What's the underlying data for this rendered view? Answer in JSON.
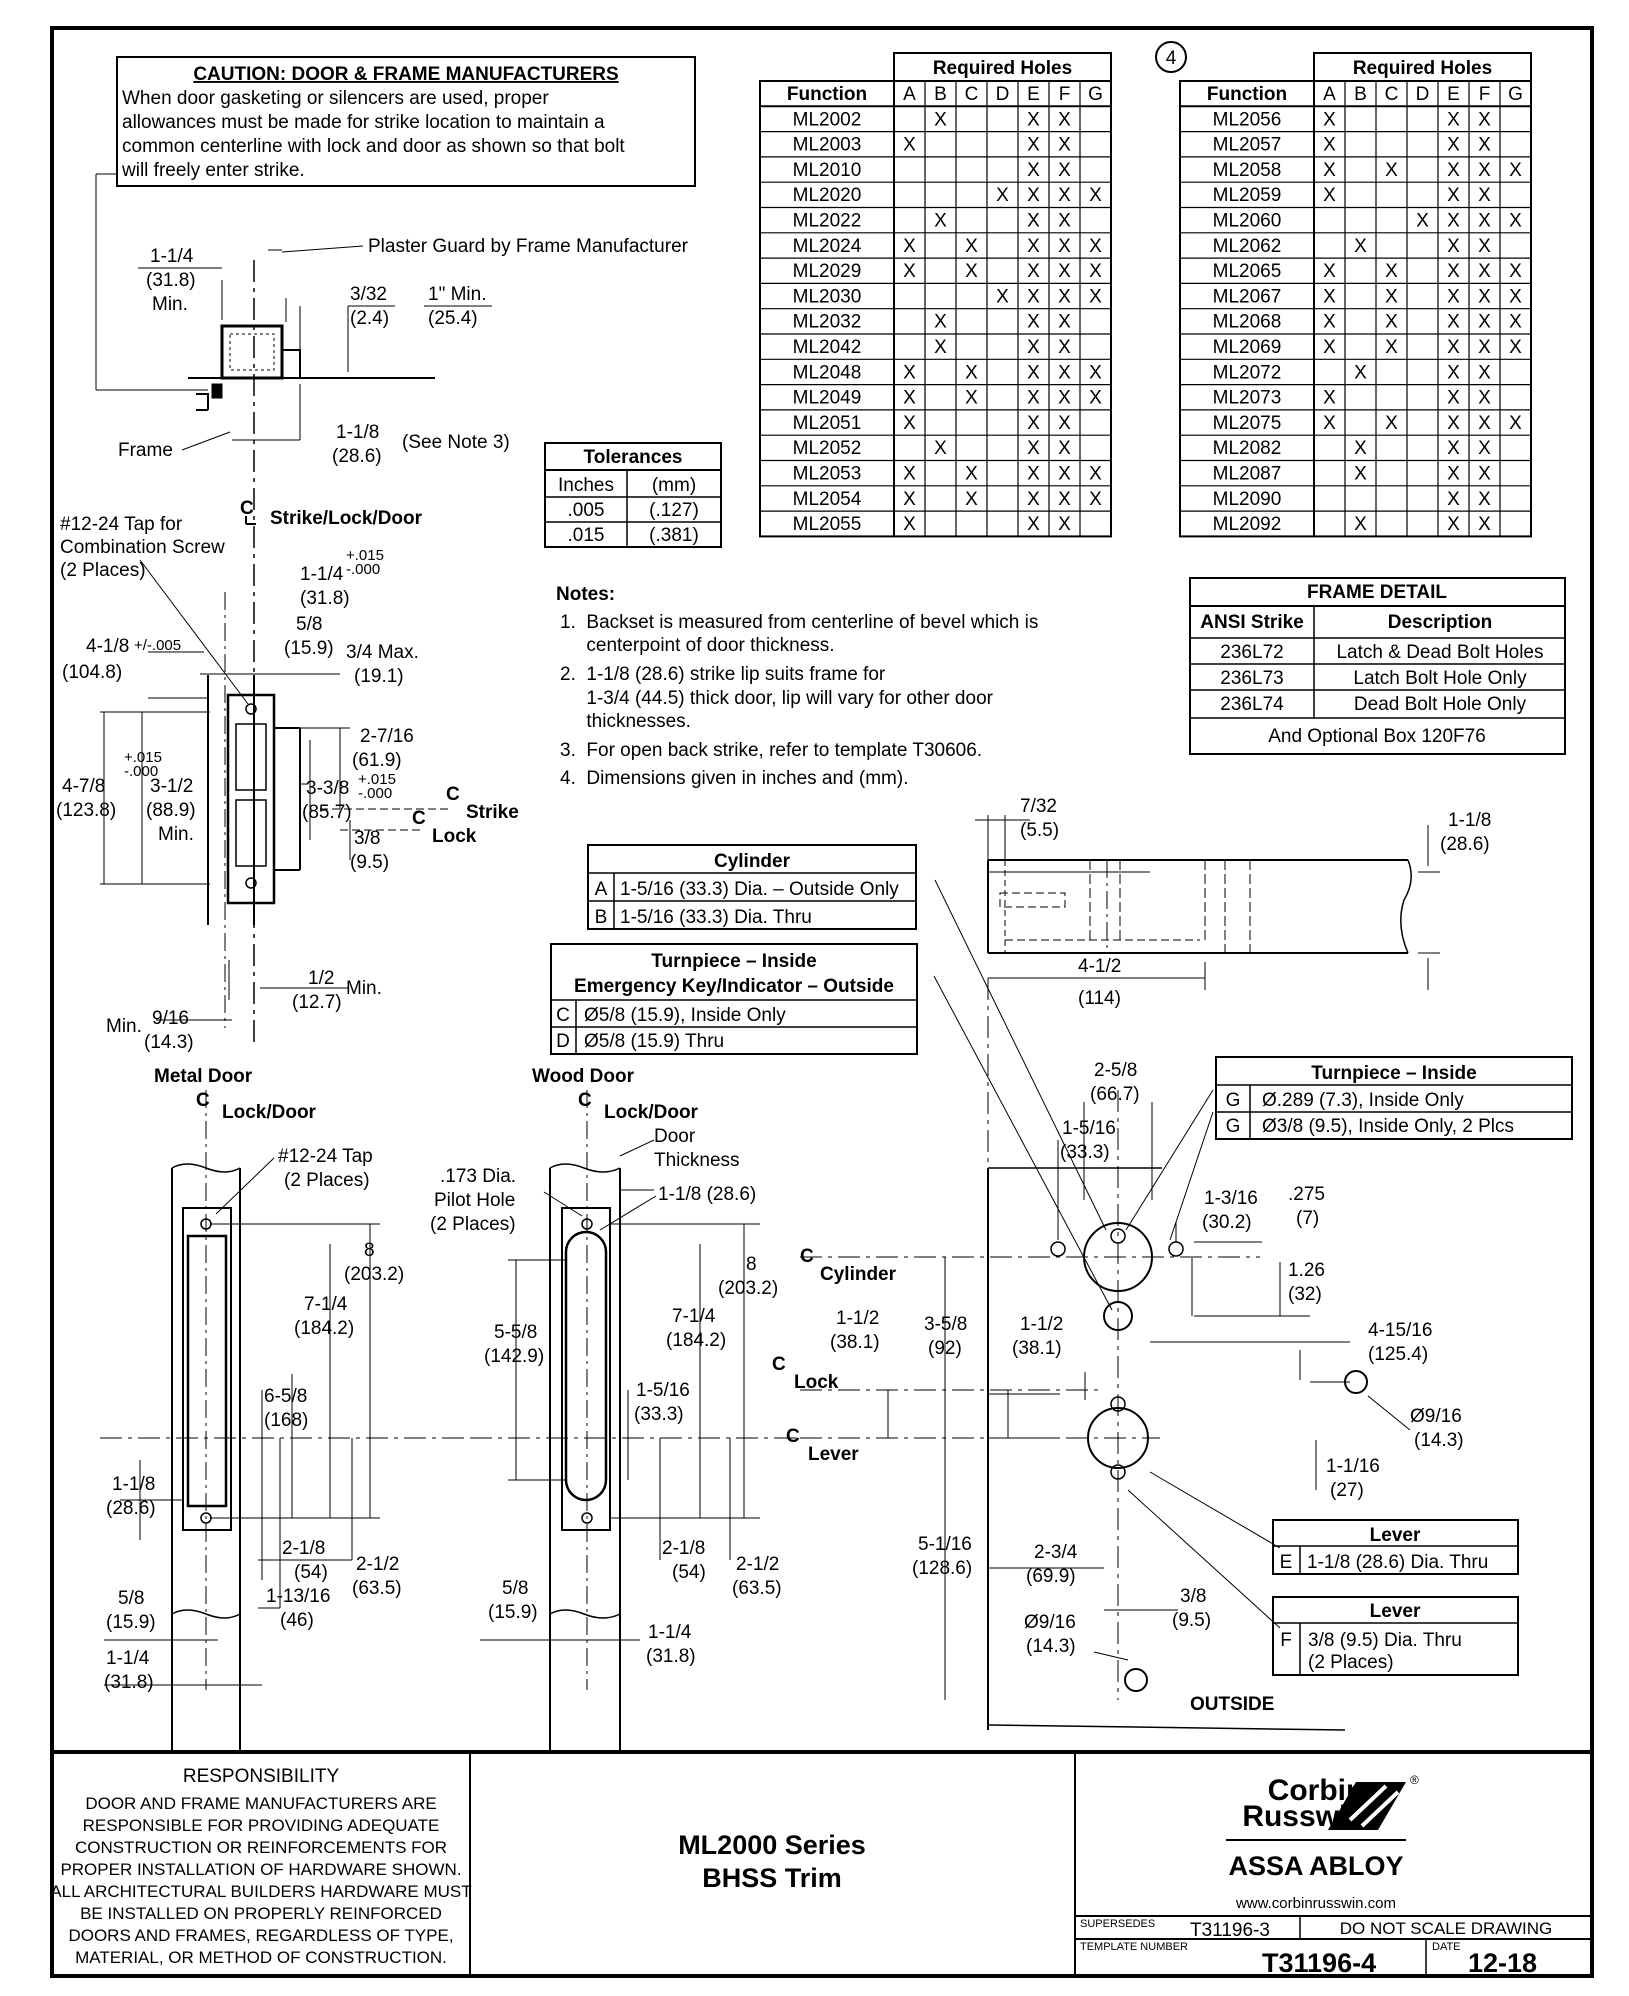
{
  "caution": {
    "title": "CAUTION: DOOR & FRAME MANUFACTURERS",
    "lines": [
      "When door gasketing or silencers are used, proper",
      "allowances must be made for strike location to maintain a",
      "common centerline with lock and door as shown so that bolt",
      "will freely enter strike."
    ]
  },
  "note_marker": "4",
  "holes_tables": [
    {
      "header": "Required Holes",
      "columns": [
        "Function",
        "A",
        "B",
        "C",
        "D",
        "E",
        "F",
        "G"
      ],
      "rows": [
        [
          "ML2002",
          "",
          "X",
          "",
          "",
          "X",
          "X",
          ""
        ],
        [
          "ML2003",
          "X",
          "",
          "",
          "",
          "X",
          "X",
          ""
        ],
        [
          "ML2010",
          "",
          "",
          "",
          "",
          "X",
          "X",
          ""
        ],
        [
          "ML2020",
          "",
          "",
          "",
          "X",
          "X",
          "X",
          "X"
        ],
        [
          "ML2022",
          "",
          "X",
          "",
          "",
          "X",
          "X",
          ""
        ],
        [
          "ML2024",
          "X",
          "",
          "X",
          "",
          "X",
          "X",
          "X"
        ],
        [
          "ML2029",
          "X",
          "",
          "X",
          "",
          "X",
          "X",
          "X"
        ],
        [
          "ML2030",
          "",
          "",
          "",
          "X",
          "X",
          "X",
          "X"
        ],
        [
          "ML2032",
          "",
          "X",
          "",
          "",
          "X",
          "X",
          ""
        ],
        [
          "ML2042",
          "",
          "X",
          "",
          "",
          "X",
          "X",
          ""
        ],
        [
          "ML2048",
          "X",
          "",
          "X",
          "",
          "X",
          "X",
          "X"
        ],
        [
          "ML2049",
          "X",
          "",
          "X",
          "",
          "X",
          "X",
          "X"
        ],
        [
          "ML2051",
          "X",
          "",
          "",
          "",
          "X",
          "X",
          ""
        ],
        [
          "ML2052",
          "",
          "X",
          "",
          "",
          "X",
          "X",
          ""
        ],
        [
          "ML2053",
          "X",
          "",
          "X",
          "",
          "X",
          "X",
          "X"
        ],
        [
          "ML2054",
          "X",
          "",
          "X",
          "",
          "X",
          "X",
          "X"
        ],
        [
          "ML2055",
          "X",
          "",
          "",
          "",
          "X",
          "X",
          ""
        ]
      ]
    },
    {
      "header": "Required Holes",
      "columns": [
        "Function",
        "A",
        "B",
        "C",
        "D",
        "E",
        "F",
        "G"
      ],
      "rows": [
        [
          "ML2056",
          "X",
          "",
          "",
          "",
          "X",
          "X",
          ""
        ],
        [
          "ML2057",
          "X",
          "",
          "",
          "",
          "X",
          "X",
          ""
        ],
        [
          "ML2058",
          "X",
          "",
          "X",
          "",
          "X",
          "X",
          "X"
        ],
        [
          "ML2059",
          "X",
          "",
          "",
          "",
          "X",
          "X",
          ""
        ],
        [
          "ML2060",
          "",
          "",
          "",
          "X",
          "X",
          "X",
          "X"
        ],
        [
          "ML2062",
          "",
          "X",
          "",
          "",
          "X",
          "X",
          ""
        ],
        [
          "ML2065",
          "X",
          "",
          "X",
          "",
          "X",
          "X",
          "X"
        ],
        [
          "ML2067",
          "X",
          "",
          "X",
          "",
          "X",
          "X",
          "X"
        ],
        [
          "ML2068",
          "X",
          "",
          "X",
          "",
          "X",
          "X",
          "X"
        ],
        [
          "ML2069",
          "X",
          "",
          "X",
          "",
          "X",
          "X",
          "X"
        ],
        [
          "ML2072",
          "",
          "X",
          "",
          "",
          "X",
          "X",
          ""
        ],
        [
          "ML2073",
          "X",
          "",
          "",
          "",
          "X",
          "X",
          ""
        ],
        [
          "ML2075",
          "X",
          "",
          "X",
          "",
          "X",
          "X",
          "X"
        ],
        [
          "ML2082",
          "",
          "X",
          "",
          "",
          "X",
          "X",
          ""
        ],
        [
          "ML2087",
          "",
          "X",
          "",
          "",
          "X",
          "X",
          ""
        ],
        [
          "ML2090",
          "",
          "",
          "",
          "",
          "X",
          "X",
          ""
        ],
        [
          "ML2092",
          "",
          "X",
          "",
          "",
          "X",
          "X",
          ""
        ]
      ]
    }
  ],
  "tolerances": {
    "title": "Tolerances",
    "head": [
      "Inches",
      "(mm)"
    ],
    "rows": [
      [
        ".005",
        "(.127)"
      ],
      [
        ".015",
        "(.381)"
      ]
    ]
  },
  "frame_detail": {
    "title": "FRAME DETAIL",
    "head": [
      "ANSI Strike",
      "Description"
    ],
    "rows": [
      [
        "236L72",
        "Latch & Dead Bolt Holes"
      ],
      [
        "236L73",
        "Latch Bolt Hole Only"
      ],
      [
        "236L74",
        "Dead Bolt Hole Only"
      ]
    ],
    "footer": "And Optional Box 120F76"
  },
  "notes": {
    "title": "Notes:",
    "lines": [
      "1.  Backset is measured from centerline of bevel which is",
      "     centerpoint of door thickness.",
      "2.  1-1/8 (28.6) strike lip suits frame for",
      "     1-3/4 (44.5) thick door, lip will vary for other door",
      "     thicknesses.",
      "3.  For open back strike, refer to template T30606.",
      "4.  Dimensions given in inches and (mm)."
    ]
  },
  "cylinder_table": {
    "title": "Cylinder",
    "rows": [
      [
        "A",
        "1-5/16 (33.3) Dia. – Outside Only"
      ],
      [
        "B",
        "1-5/16 (33.3) Dia. Thru"
      ]
    ]
  },
  "turnpiece_emergency_table": {
    "title1": "Turnpiece – Inside",
    "title2": "Emergency Key/Indicator – Outside",
    "rows": [
      [
        "C",
        "Ø5/8 (15.9), Inside Only"
      ],
      [
        "D",
        "Ø5/8 (15.9) Thru"
      ]
    ]
  },
  "turnpiece_table": {
    "title": "Turnpiece – Inside",
    "rows": [
      [
        "G",
        "Ø.289 (7.3), Inside Only"
      ],
      [
        "G",
        "Ø3/8 (9.5), Inside Only, 2 Plcs"
      ]
    ]
  },
  "lever_e_table": {
    "title": "Lever",
    "rows": [
      [
        "E",
        "1-1/8 (28.6) Dia. Thru"
      ]
    ]
  },
  "lever_f_table": {
    "title": "Lever",
    "rows": [
      [
        "F",
        "3/8 (9.5) Dia. Thru"
      ]
    ],
    "extra": "(2 Places)"
  },
  "strike_labels": {
    "plaster_guard": "Plaster Guard by Frame Manufacturer",
    "frame": "Frame",
    "see_note": "(See Note 3)",
    "cl_strike_lock_door": "Strike/Lock/Door",
    "tap1": "#12-24 Tap for",
    "tap2": "Combination Screw",
    "tap3": "(2 Places)",
    "cl_strike": "Strike",
    "cl_lock": "Lock",
    "min": "Min.",
    "max_34": "3/4 Max."
  },
  "strike_dims": [
    [
      "1-1/4",
      "(31.8)"
    ],
    [
      "3/32",
      "(2.4)"
    ],
    [
      "1\" Min.",
      "(25.4)"
    ],
    [
      "1-1/8",
      "(28.6)"
    ],
    [
      "1-1/4",
      "(31.8)"
    ],
    [
      "5/8",
      "(15.9)"
    ],
    [
      "(19.1)",
      ""
    ],
    [
      "4-1/8",
      "(104.8)"
    ],
    [
      "2-7/16",
      "(61.9)"
    ],
    [
      "4-7/8",
      "(123.8)"
    ],
    [
      "3-1/2",
      "(88.9)"
    ],
    [
      "3-3/8",
      "(85.7)"
    ],
    [
      "3/8",
      "(9.5)"
    ],
    [
      "1/2",
      "(12.7)"
    ],
    [
      "9/16",
      "(14.3)"
    ]
  ],
  "tol_marks": [
    "+.015",
    "-.000",
    "+/-.005"
  ],
  "metal_door": {
    "title": "Metal Door",
    "cl": "Lock/Door",
    "tap1": "#12-24 Tap",
    "tap2": "(2 Places)",
    "dims": [
      [
        "8",
        "(203.2)"
      ],
      [
        "7-1/4",
        "(184.2)"
      ],
      [
        "6-5/8",
        "(168)"
      ],
      [
        "1-1/8",
        "(28.6)"
      ],
      [
        "2-1/8",
        "(54)"
      ],
      [
        "2-1/2",
        "(63.5)"
      ],
      [
        "1-13/16",
        "(46)"
      ],
      [
        "5/8",
        "(15.9)"
      ],
      [
        "1-1/4",
        "(31.8)"
      ]
    ]
  },
  "wood_door": {
    "title": "Wood Door",
    "cl": "Lock/Door",
    "thick1": "Door",
    "thick2": "Thickness",
    "pilot1": ".173 Dia.",
    "pilot2": "Pilot Hole",
    "pilot3": "(2 Places)",
    "dims": [
      [
        "1-1/8 (28.6)",
        ""
      ],
      [
        "8",
        "(203.2)"
      ],
      [
        "5-5/8",
        "(142.9)"
      ],
      [
        "7-1/4",
        "(184.2)"
      ],
      [
        "1-5/16",
        "(33.3)"
      ],
      [
        "2-1/8",
        "(54)"
      ],
      [
        "2-1/2",
        "(63.5)"
      ],
      [
        "5/8",
        "(15.9)"
      ],
      [
        "1-1/4",
        "(31.8)"
      ]
    ]
  },
  "door_face": {
    "cl_cylinder": "Cylinder",
    "cl_lock": "Lock",
    "cl_lever": "Lever",
    "outside": "OUTSIDE",
    "dims": [
      [
        "7/32",
        "(5.5)"
      ],
      [
        "1-1/8",
        "(28.6)"
      ],
      [
        "4-1/2",
        "(114)"
      ],
      [
        "2-5/8",
        "(66.7)"
      ],
      [
        "1-5/16",
        "(33.3)"
      ],
      [
        "1-3/16",
        "(30.2)"
      ],
      [
        ".275",
        "(7)"
      ],
      [
        "1.26",
        "(32)"
      ],
      [
        "1-1/2",
        "(38.1)"
      ],
      [
        "3-5/8",
        "(92)"
      ],
      [
        "1-1/2",
        "(38.1)"
      ],
      [
        "4-15/16",
        "(125.4)"
      ],
      [
        "Ø9/16",
        "(14.3)"
      ],
      [
        "1-1/16",
        "(27)"
      ],
      [
        "5-1/16",
        "(128.6)"
      ],
      [
        "2-3/4",
        "(69.9)"
      ],
      [
        "3/8",
        "(9.5)"
      ],
      [
        "Ø9/16",
        "(14.3)"
      ]
    ]
  },
  "title_block": {
    "responsibility_title": "RESPONSIBILITY",
    "responsibility_lines": [
      "DOOR AND FRAME MANUFACTURERS ARE",
      "RESPONSIBLE FOR PROVIDING ADEQUATE",
      "CONSTRUCTION OR REINFORCEMENTS FOR",
      "PROPER INSTALLATION OF HARDWARE SHOWN.",
      "ALL ARCHITECTURAL BUILDERS HARDWARE MUST",
      "BE INSTALLED ON PROPERLY REINFORCED",
      "DOORS AND FRAMES, REGARDLESS OF TYPE,",
      "MATERIAL, OR METHOD OF CONSTRUCTION."
    ],
    "product_line1": "ML2000 Series",
    "product_line2": "BHSS Trim",
    "brand1": "Corbin",
    "brand2": "Russwin",
    "brand_mark": "®",
    "parent": "ASSA ABLOY",
    "website": "www.corbinrusswin.com",
    "supersedes_label": "SUPERSEDES",
    "supersedes_value": "T31196-3",
    "do_not_scale": "DO NOT SCALE DRAWING",
    "template_label": "TEMPLATE NUMBER",
    "template_value": "T31196-4",
    "date_label": "DATE",
    "date_value": "12-18"
  }
}
